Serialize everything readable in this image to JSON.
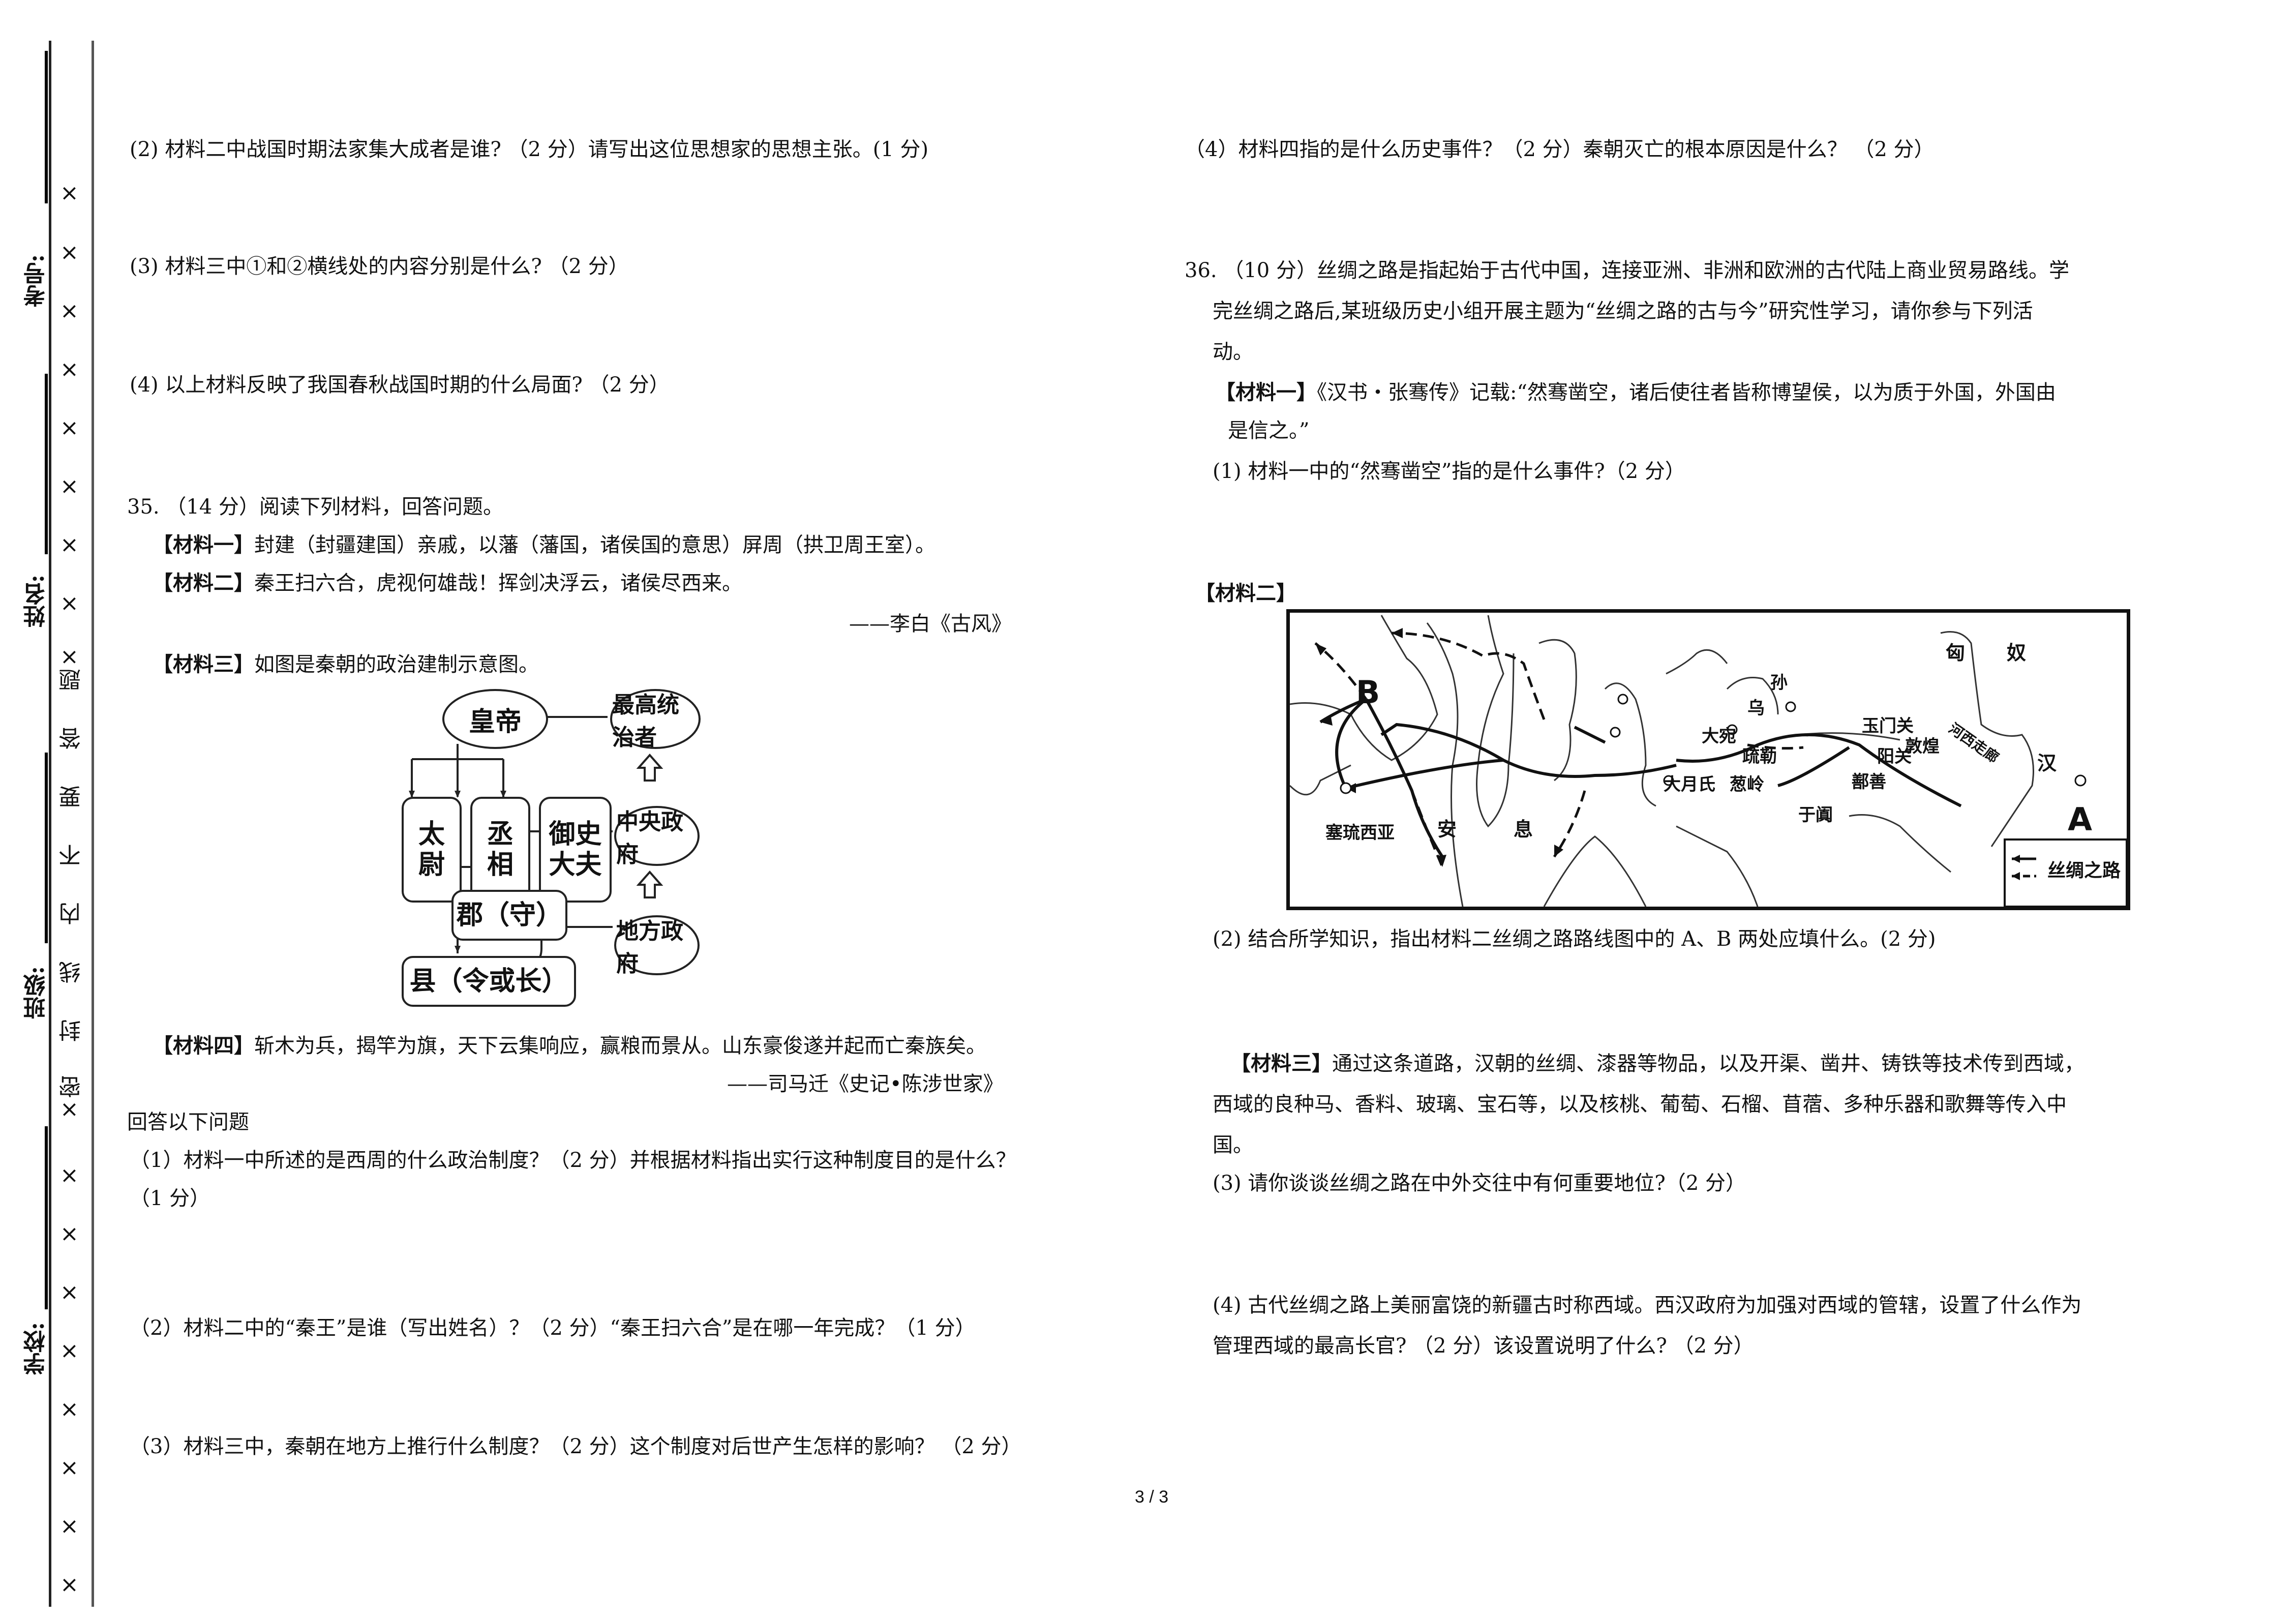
{
  "binding_margin": {
    "labels": [
      "考号:",
      "姓名:",
      "班级:",
      "学校:"
    ],
    "seal_text": [
      "题",
      "答",
      "要",
      "不",
      "内",
      "线",
      "封",
      "密"
    ],
    "x_mark": "×"
  },
  "left_column": {
    "q34_tail": [
      "(2) 材料二中战国时期法家集大成者是谁? （2 分）请写出这位思想家的思想主张。(1 分)",
      "(3) 材料三中①和②横线处的内容分别是什么? （2 分）",
      "(4) 以上材料反映了我国春秋战国时期的什么局面? （2 分）"
    ],
    "q35": {
      "header": "35. （14 分）阅读下列材料，回答问题。",
      "material1_label": "【材料一】",
      "material1_text": "封建（封疆建国）亲戚，以藩（藩国，诸侯国的意思）屏周（拱卫周王室）。",
      "material2_label": "【材料二】",
      "material2_text": "秦王扫六合，虎视何雄哉！挥剑决浮云，诸侯尽西来。",
      "material2_source": "——李白《古风》",
      "material3_label": "【材料三】",
      "material3_text": "如图是秦朝的政治建制示意图。",
      "diagram": {
        "emperor": "皇帝",
        "supreme_ruler": "最高统治者",
        "taiwei": "太\n尉",
        "chengxiang": "丞\n相",
        "yushi": "御史\n大夫",
        "central_gov": "中央政府",
        "jun": "郡（守）",
        "local_gov": "地方政府",
        "xian": "县（令或长）"
      },
      "material4_label": "【材料四】",
      "material4_text": "斩木为兵，揭竿为旗，天下云集响应，赢粮而景从。山东豪俊遂并起而亡秦族矣。",
      "material4_source": "——司马迁《史记•陈涉世家》",
      "answer_prompt": "回答以下问题",
      "q1_line1": "（1）材料一中所述的是西周的什么政治制度？（2 分）并根据材料指出实行这种制度目的是什么？",
      "q1_line2": "（1 分）",
      "q2": "（2）材料二中的“秦王”是谁（写出姓名）？（2 分）“秦王扫六合”是在哪一年完成？（1 分）",
      "q3": "（3）材料三中，秦朝在地方上推行什么制度？（2 分）这个制度对后世产生怎样的影响？ （2 分）"
    }
  },
  "right_column": {
    "q35_q4": "（4）材料四指的是什么历史事件？（2 分）秦朝灭亡的根本原因是什么？ （2 分）",
    "q36": {
      "header_line1": "36. （10 分）丝绸之路是指起始于古代中国，连接亚洲、非洲和欧洲的古代陆上商业贸易路线。学",
      "header_line2": "完丝绸之路后,某班级历史小组开展主题为“丝绸之路的古与今”研究性学习，请你参与下列活",
      "header_line3": "动。",
      "material1_label": "【材料一】",
      "material1_text": "《汉书・张骞传》记载:“然骞凿空，诸后使往者皆称博望侯，以为质于外国，外国由",
      "material1_text2": "是信之。”",
      "q1": "(1) 材料一中的“然骞凿空”指的是什么事件?（2 分）",
      "material2_label": "【材料二】",
      "map": {
        "labels": {
          "B": "B",
          "A": "A",
          "xiongnu_1": "匈",
          "xiongnu_2": "奴",
          "wusun_1": "乌",
          "wusun_2": "孙",
          "dayuan": "大宛",
          "shule": "疏勒",
          "congling": "葱岭",
          "dayuezhi": "大月氏",
          "yutian": "于阗",
          "shanshan": "鄯善",
          "yumenguan": "玉门关",
          "yangguan": "阳关",
          "dunhuang": "敦煌",
          "hexi": "河西走廊",
          "han": "汉",
          "anxi_1": "安",
          "anxi_2": "息",
          "seleucia": "塞琉西亚"
        },
        "legend_label": "丝绸之路"
      },
      "q2": "(2) 结合所学知识，指出材料二丝绸之路路线图中的 A、B 两处应填什么。(2 分)",
      "material3_label": "【材料三】",
      "material3_line1": "通过这条道路，汉朝的丝绸、漆器等物品，以及开渠、凿井、铸铁等技术传到西域，",
      "material3_line2": "西域的良种马、香料、玻璃、宝石等，以及核桃、葡萄、石榴、苜蓿、多种乐器和歌舞等传入中",
      "material3_line3": "国。",
      "q3": "(3) 请你谈谈丝绸之路在中外交往中有何重要地位?（2 分）",
      "q4_line1": "(4) 古代丝绸之路上美丽富饶的新疆古时称西域。西汉政府为加强对西域的管辖，设置了什么作为",
      "q4_line2": "管理西域的最高长官? （2 分）该设置说明了什么? （2 分）"
    }
  },
  "footer": {
    "page_number": "3 / 3"
  }
}
